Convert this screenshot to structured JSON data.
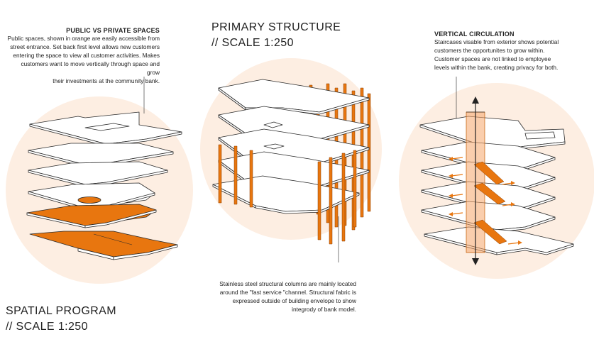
{
  "colors": {
    "accent": "#e8760f",
    "backdrop": "#fdeee2",
    "floor_fill": "#ffffff",
    "line": "#2a2a2a"
  },
  "spatial": {
    "note_heading": "PUBLIC vs PRIVATE SPACES",
    "note_lines": [
      "Public spaces, shown in orange are easily accessible from",
      "street entrance. Set back first level allows new customers",
      "entering the space to view all customer activities. Makes",
      "customers want to move vertically through space and grow",
      "their investments at the community bank."
    ],
    "title": "SPATIAL PROGRAM",
    "scale": "// SCALE 1:250"
  },
  "primary": {
    "title": "PRIMARY STRUCTURE",
    "scale": "// SCALE 1:250",
    "note_lines": [
      "Stainless steel structural columns are mainly located",
      "around the \"fast service \"channel. Structural fabric is",
      "expressed outside of building envelope to show",
      "integrody of bank model."
    ]
  },
  "circulation": {
    "note_heading": "VERTICAL CIRCULATION",
    "note_lines": [
      "Staircases visable from exterior shows potential",
      "customers the opportunites to grow within.",
      "Customer spaces are not linked to employee",
      "levels within the bank, creating privacy for both."
    ]
  }
}
